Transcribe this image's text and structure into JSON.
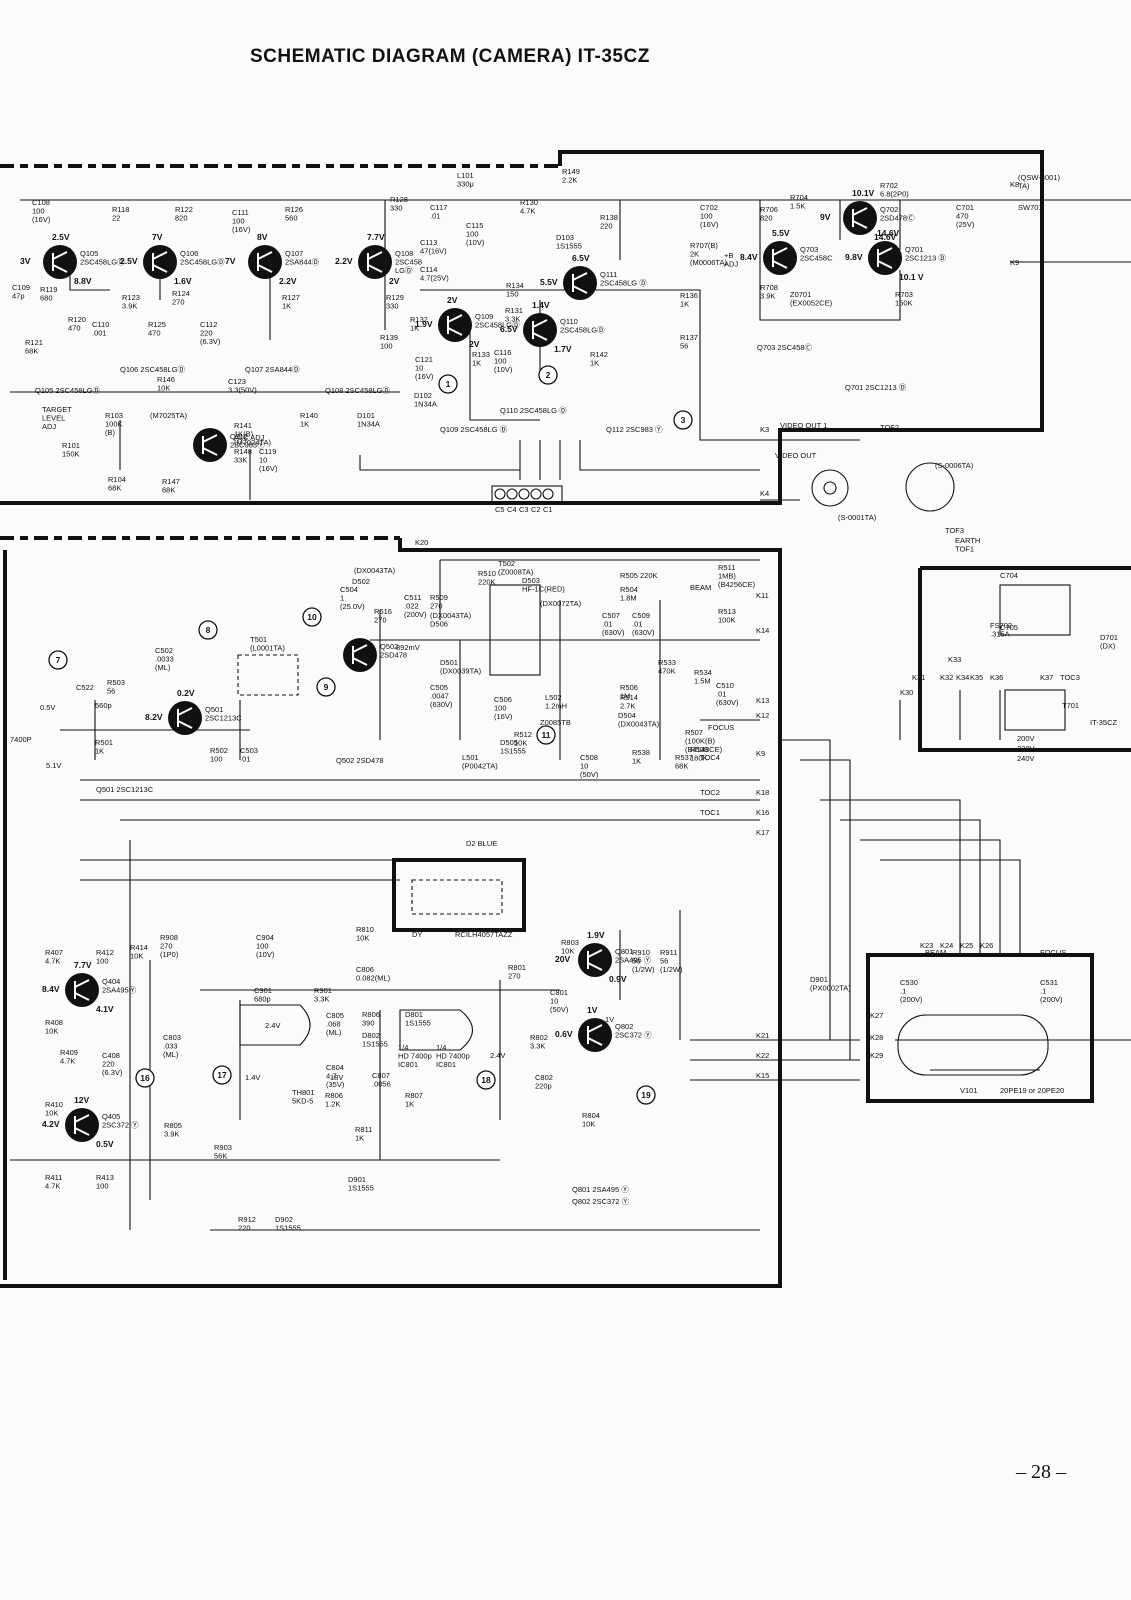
{
  "title": "SCHEMATIC DIAGRAM (CAMERA) IT-35CZ",
  "page_number": "– 28 –",
  "transistors": [
    {
      "ref": "Q105",
      "lines": [
        "Q105",
        "2SC458LGⒹ"
      ],
      "volt": [
        "3V",
        "2.5V",
        "8.8V"
      ]
    },
    {
      "ref": "Q106",
      "lines": [
        "Q106",
        "2SC458LGⒹ"
      ],
      "volt": [
        "2.5V",
        "7V",
        "1.6V"
      ]
    },
    {
      "ref": "Q107",
      "lines": [
        "Q107",
        "2SA844Ⓓ"
      ],
      "volt": [
        "7V",
        "8V",
        "2.2V"
      ]
    },
    {
      "ref": "Q108",
      "lines": [
        "Q108",
        "2SC458",
        "LGⒹ"
      ],
      "volt": [
        "2.2V",
        "7.7V",
        "2V"
      ]
    },
    {
      "ref": "Q109",
      "lines": [
        "Q109",
        "2SC458LGⒹ"
      ],
      "volt": [
        "1.9V",
        "2V",
        "2V"
      ]
    },
    {
      "ref": "Q110",
      "lines": [
        "Q110",
        "2SC458LGⒹ"
      ],
      "volt": [
        "6.5V",
        "1.4V",
        "1.7V"
      ]
    },
    {
      "ref": "Q111",
      "lines": [
        "Q111",
        "2SC458LG Ⓓ"
      ],
      "volt": [
        "5.5V",
        "6.5V"
      ]
    },
    {
      "ref": "Q112",
      "lines": [
        "Q112",
        "2SC983Ⓨ"
      ],
      "volt": []
    },
    {
      "ref": "Q702",
      "lines": [
        "Q702",
        "2SD478Ⓒ"
      ],
      "volt": [
        "9V",
        "10.1V",
        "14.6V"
      ]
    },
    {
      "ref": "Q703",
      "lines": [
        "Q703",
        "2SC458C"
      ],
      "volt": [
        "8.4V",
        "5.5V"
      ]
    },
    {
      "ref": "Q701",
      "lines": [
        "Q701",
        "2SC1213 Ⓓ"
      ],
      "volt": [
        "9.8V",
        "14.6V",
        "10.1 V"
      ]
    },
    {
      "ref": "Q501",
      "lines": [
        "Q501",
        "2SC1213C"
      ],
      "volt": [
        "8.2V",
        "0.2V"
      ]
    },
    {
      "ref": "Q502",
      "lines": [
        "Q502",
        "2SD478"
      ],
      "volt": []
    },
    {
      "ref": "Q404",
      "lines": [
        "Q404",
        "2SA495Ⓨ"
      ],
      "volt": [
        "8.4V",
        "7.7V",
        "4.1V"
      ]
    },
    {
      "ref": "Q405",
      "lines": [
        "Q405",
        "2SC372 Ⓨ"
      ],
      "volt": [
        "4.2V",
        "12V",
        "0.5V"
      ]
    },
    {
      "ref": "Q801",
      "lines": [
        "Q801",
        "2SA495 Ⓨ"
      ],
      "volt": [
        "20V",
        "1.9V",
        "0.9V"
      ]
    },
    {
      "ref": "Q802",
      "lines": [
        "Q802",
        "2SC372 Ⓨ"
      ],
      "volt": [
        "0.6V",
        "1V"
      ]
    }
  ],
  "components": [
    {
      "t": "C108\n100\n(16V)"
    },
    {
      "t": "R118\n22"
    },
    {
      "t": "R122\n820"
    },
    {
      "t": "C111\n100\n(16V)"
    },
    {
      "t": "R126\n560"
    },
    {
      "t": "R128\n330"
    },
    {
      "t": "C117\n.01"
    },
    {
      "t": "L101\n330μ"
    },
    {
      "t": "R149\n2.2K"
    },
    {
      "t": "R130\n4.7K"
    },
    {
      "t": "C115\n100\n(10V)"
    },
    {
      "t": "D103\n1S1555"
    },
    {
      "t": "R138\n220"
    },
    {
      "t": "C702\n100\n(16V)"
    },
    {
      "t": "R707(B)\n2K\n(M0006TA)"
    },
    {
      "t": "R706\n820"
    },
    {
      "t": "R704\n1.5K"
    },
    {
      "t": "R702\n6.8(2P0)"
    },
    {
      "t": "C701\n470\n(25V)"
    },
    {
      "t": "(QSW-3001)\nTA)"
    },
    {
      "t": "SW701"
    },
    {
      "t": "C109\n47p"
    },
    {
      "t": "R119\n680"
    },
    {
      "t": "R120\n470"
    },
    {
      "t": "C110\n.001"
    },
    {
      "t": "R121\n68K"
    },
    {
      "t": "R123\n3.9K"
    },
    {
      "t": "R124\n270"
    },
    {
      "t": "R125\n470"
    },
    {
      "t": "C112\n220\n(6.3V)"
    },
    {
      "t": "R127\n1K"
    },
    {
      "t": "R129\n330"
    },
    {
      "t": "C113\n47(16V)"
    },
    {
      "t": "C114\n4.7(25V)"
    },
    {
      "t": "R134\n150"
    },
    {
      "t": "R131\n3.3K"
    },
    {
      "t": "R132\n1K"
    },
    {
      "t": "R136\n1K"
    },
    {
      "t": "R137\n56"
    },
    {
      "t": "R708\n3.9K"
    },
    {
      "t": "Z0701\n(EX0052CE)"
    },
    {
      "t": "R703\n150K"
    },
    {
      "t": "+B\nADJ"
    },
    {
      "t": "R139\n100"
    },
    {
      "t": "C121\n10\n(16V)"
    },
    {
      "t": "R133\n1K"
    },
    {
      "t": "C116\n100\n(10V)"
    },
    {
      "t": "R142\n1K"
    },
    {
      "t": "D102\n1N34A"
    },
    {
      "t": "R146\n10K"
    },
    {
      "t": "C123\n3.3(50V)"
    },
    {
      "t": "R141\n1K(B)\n(M7024TA)"
    },
    {
      "t": "ALC ADJ"
    },
    {
      "t": "R148\n33K"
    },
    {
      "t": "C119\n10\n(16V)"
    },
    {
      "t": "R140\n1K"
    },
    {
      "t": "D101\n1N34A"
    },
    {
      "t": "R103\n100K\n(B)"
    },
    {
      "t": "(M7025TA)"
    },
    {
      "t": "TARGET\nLEVEL\nADJ"
    },
    {
      "t": "R101\n150K"
    },
    {
      "t": "R104\n68K"
    },
    {
      "t": "R147\n68K"
    },
    {
      "t": "VIDEO OUT 1"
    },
    {
      "t": "VIDEO OUT"
    },
    {
      "t": "(S-0006TA)"
    },
    {
      "t": "(S-0001TA)"
    },
    {
      "t": "TOF2"
    },
    {
      "t": "TOF3"
    },
    {
      "t": "EARTH\nTOF1"
    },
    {
      "t": "C504\n1\n(25.0V)"
    },
    {
      "t": "D502"
    },
    {
      "t": "(DX0043TA)"
    },
    {
      "t": "R516\n270"
    },
    {
      "t": "C511\n.022\n(200V)"
    },
    {
      "t": "R509\n270"
    },
    {
      "t": "(DX0043TA)\nD506"
    },
    {
      "t": "R510\n220K"
    },
    {
      "t": "T502\n(Z0008TA)"
    },
    {
      "t": "D503\nHF-1C(RED)"
    },
    {
      "t": "(DX0072TA)"
    },
    {
      "t": "R505 220K"
    },
    {
      "t": "R504\n1.8M"
    },
    {
      "t": "C507\n.01\n(630V)"
    },
    {
      "t": "C509\n.01\n(630V)"
    },
    {
      "t": "R511\n1MB)\n(B4256CE)"
    },
    {
      "t": "BEAM"
    },
    {
      "t": "R513\n100K"
    },
    {
      "t": "T501\n(L0001TA)"
    },
    {
      "t": "C502\n.0033\n(ML)"
    },
    {
      "t": "R503\n56"
    },
    {
      "t": "C522"
    },
    {
      "t": "892mV"
    },
    {
      "t": "D501\n(DX0039TA)"
    },
    {
      "t": "C505\n.0047\n(630V)"
    },
    {
      "t": "C506\n100\n(16V)"
    },
    {
      "t": "L502\n1.2mH"
    },
    {
      "t": "Z0085TB"
    },
    {
      "t": "R512\n10K"
    },
    {
      "t": "R514\n2.7K"
    },
    {
      "t": "D504\n(DX0043TA)"
    },
    {
      "t": "R506\n1M"
    },
    {
      "t": "R533\n470K"
    },
    {
      "t": "R534\n1.5M"
    },
    {
      "t": "C510\n.01\n(630V)"
    },
    {
      "t": "R507\n(100K(B)\n(B4143CE)"
    },
    {
      "t": "FOCUS"
    },
    {
      "t": "R508\n180K"
    },
    {
      "t": "R537\n68K"
    },
    {
      "t": "R538\n1K"
    },
    {
      "t": "C508\n10\n(50V)"
    },
    {
      "t": "D505\n1S1555"
    },
    {
      "t": "L501\n(P0042TA)"
    },
    {
      "t": "R501\n1K"
    },
    {
      "t": "R502\n100"
    },
    {
      "t": "C503\n.01"
    },
    {
      "t": "560p"
    },
    {
      "t": "7400P"
    },
    {
      "t": "0.5V"
    },
    {
      "t": "5.1V"
    },
    {
      "t": "D2  BLUE"
    },
    {
      "t": "DY"
    },
    {
      "t": "RCILH4057TAZZ"
    },
    {
      "t": "C704"
    },
    {
      "t": "C705"
    },
    {
      "t": "FS702\n.315A"
    },
    {
      "t": "D701\n(DX)"
    },
    {
      "t": "T701"
    },
    {
      "t": "IT-35CZ"
    },
    {
      "t": "200V"
    },
    {
      "t": "220V"
    },
    {
      "t": "240V"
    },
    {
      "t": "R407\n4.7K"
    },
    {
      "t": "R412\n100"
    },
    {
      "t": "R414\n10K"
    },
    {
      "t": "R408\n10K"
    },
    {
      "t": "R409\n4.7K"
    },
    {
      "t": "C408\n220\n(6.3V)"
    },
    {
      "t": "R410\n10K"
    },
    {
      "t": "R411\n4.7K"
    },
    {
      "t": "R413\n100"
    },
    {
      "t": "R908\n270\n(1P0)"
    },
    {
      "t": "C904\n100\n(10V)"
    },
    {
      "t": "C803\n.033\n(ML)"
    },
    {
      "t": "R805\n3.9K"
    },
    {
      "t": "R903\n56K"
    },
    {
      "t": "C901\n680p"
    },
    {
      "t": "R901\n3.3K"
    },
    {
      "t": "R810\n10K"
    },
    {
      "t": "C806\n0.082(ML)"
    },
    {
      "t": "C805\n.068\n(ML)"
    },
    {
      "t": "R806\n390"
    },
    {
      "t": "D802\n1S1555"
    },
    {
      "t": "D801\n1S1555"
    },
    {
      "t": "1/4\nHD 7400p\nIC801"
    },
    {
      "t": "1/4\nHD 7400p\nIC801"
    },
    {
      "t": "C804\n4.7\n(35V)"
    },
    {
      "t": "TH801\n5KD-5"
    },
    {
      "t": "R806\n1.2K"
    },
    {
      "t": "C807\n.0056"
    },
    {
      "t": "R807\n1K"
    },
    {
      "t": "R811\n1K"
    },
    {
      "t": "R803\n10K"
    },
    {
      "t": "R801\n270"
    },
    {
      "t": "C801\n10\n(50V)"
    },
    {
      "t": "R802\n3.3K"
    },
    {
      "t": "C802\n220p"
    },
    {
      "t": "R804\n10K"
    },
    {
      "t": "R910\n56\n(1/2W)"
    },
    {
      "t": "R911\n56\n(1/2W)"
    },
    {
      "t": "D901\n(PX0002TA)"
    },
    {
      "t": "D901\n1S1555"
    },
    {
      "t": "R912\n220"
    },
    {
      "t": "D902\n1S1555"
    },
    {
      "t": "BEAM"
    },
    {
      "t": "FOCUS"
    },
    {
      "t": "C530\n.1\n(200V)"
    },
    {
      "t": "C531\n.1\n(200V)"
    },
    {
      "t": "V101"
    },
    {
      "t": "20PE19 or 20PE20"
    },
    {
      "t": "2.4V"
    },
    {
      "t": "1.4V"
    },
    {
      "t": "1V"
    },
    {
      "t": "2.4V"
    },
    {
      "t": "18V"
    }
  ],
  "connectors": [
    "K8",
    "K9",
    "K3",
    "K4",
    "K20",
    "K11",
    "K14",
    "K13",
    "K12",
    "K9",
    "K18",
    "K16",
    "K17",
    "K21",
    "K22",
    "K15",
    "K23",
    "K24",
    "K25",
    "K26",
    "K27",
    "K28",
    "K29",
    "K30",
    "K31",
    "K32",
    "K33",
    "K34",
    "K35",
    "K36",
    "K37",
    "TOC3",
    "TOC4",
    "TOC2",
    "TOC1"
  ],
  "connector_pins": [
    "C5",
    "C4",
    "C3",
    "C2",
    "C1"
  ],
  "test_points": [
    "1",
    "2",
    "3",
    "7",
    "8",
    "9",
    "10",
    "11",
    "16",
    "17",
    "18",
    "19"
  ],
  "transistor_summary": [
    "Q105  2SC458LGⒹ",
    "Q106  2SC458LGⒹ",
    "Q107  2SA844Ⓓ",
    "Q108  2SC458LGⒹ",
    "Q109  2SC458LG Ⓓ",
    "Q110  2SC458LG Ⓓ",
    "Q112  2SC983 Ⓨ",
    "Q703  2SC458Ⓒ",
    "Q701  2SC1213 Ⓓ",
    "Q501  2SC1213C",
    "Q502  2SD478",
    "Q801  2SA495 Ⓨ",
    "Q802  2SC372 Ⓨ"
  ]
}
